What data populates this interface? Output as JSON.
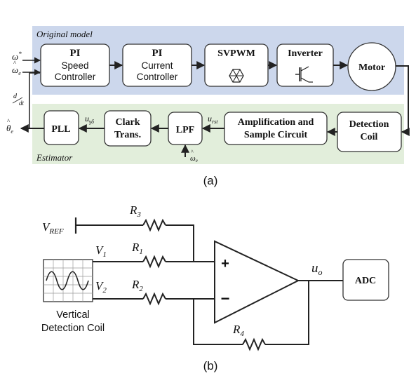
{
  "figure_a": {
    "original_model_label": "Original model",
    "estimator_label": "Estimator",
    "caption": "(a)",
    "inputs": {
      "omega_ref": "ω",
      "omega_ref_sup": "*",
      "omega_hat": "ω",
      "omega_hat_sub": "e"
    },
    "derivative": {
      "num": "d",
      "den": "dt"
    },
    "theta_out": {
      "sym": "θ",
      "sub": "e"
    },
    "blocks": {
      "pi_speed": {
        "title": "PI",
        "line1": "Speed",
        "line2": "Controller"
      },
      "pi_current": {
        "title": "PI",
        "line1": "Current",
        "line2": "Controller"
      },
      "svpwm": {
        "title": "SVPWM"
      },
      "inverter": {
        "title": "Inverter"
      },
      "motor": {
        "title": "Motor"
      },
      "detection": {
        "line1": "Detection",
        "line2": "Coil"
      },
      "amplification": {
        "line1": "Amplification and",
        "line2": "Sample Circuit"
      },
      "lpf": {
        "title": "LPF"
      },
      "clark": {
        "line1": "Clark",
        "line2": "Trans."
      },
      "pll": {
        "title": "PLL"
      }
    },
    "signals": {
      "u_rst": {
        "sym": "u",
        "sub": "rst"
      },
      "u_ab": {
        "sym": "u",
        "sub": "γδ"
      },
      "omega_lpf": {
        "sym": "ω",
        "sub": "e"
      }
    },
    "colors": {
      "top_band": "#ccd7ec",
      "bottom_band": "#e2eedb"
    }
  },
  "figure_b": {
    "caption": "(b)",
    "vref": {
      "sym": "V",
      "sub": "REF"
    },
    "v1": {
      "sym": "V",
      "sub": "1"
    },
    "v2": {
      "sym": "V",
      "sub": "2"
    },
    "r1": {
      "sym": "R",
      "sub": "1"
    },
    "r2": {
      "sym": "R",
      "sub": "2"
    },
    "r3": {
      "sym": "R",
      "sub": "3"
    },
    "r4": {
      "sym": "R",
      "sub": "4"
    },
    "plus": "+",
    "minus": "−",
    "output": {
      "sym": "u",
      "sub": "o"
    },
    "adc": "ADC",
    "coil_label_line1": "Vertical",
    "coil_label_line2": "Detection Coil"
  }
}
